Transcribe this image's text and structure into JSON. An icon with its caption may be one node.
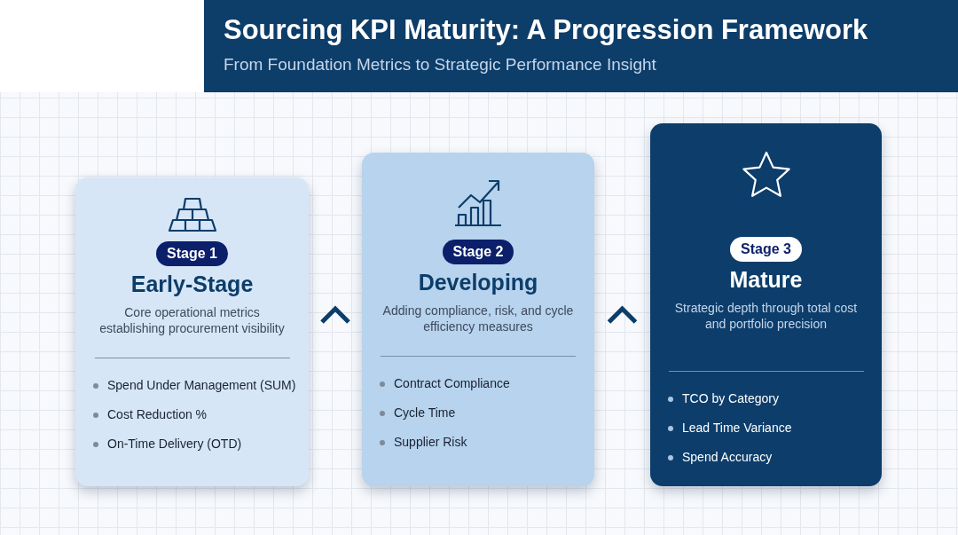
{
  "diagram": {
    "title": "Sourcing KPI Maturity: A Progression Framework",
    "nodes": [
      {
        "text": [
          "Stage 1",
          "Early-Stage",
          "Core operational metrics establishing procurement visibility",
          "Spend Under Management (SUM)",
          "Cost Reduction %",
          "On-Time Delivery (OTD)"
        ]
      },
      {
        "text": [
          "Stage 2",
          "Developing",
          "Adding compliance, risk, and cycle efficiency measures",
          "Contract Compliance",
          "Cycle Time",
          "Supplier Risk"
        ]
      },
      {
        "text": [
          "Stage 3",
          "Mature",
          "Strategic depth through total cost and portfolio precision",
          "TCO by Category",
          "Lead Time Variance",
          "Spend Accuracy"
        ]
      }
    ],
    "edges": [
      {
        "from": 0,
        "to": 1,
        "arrow": "none"
      },
      {
        "from": 1,
        "to": 2,
        "arrow": "none"
      }
    ],
    "labels": [
      "From Foundation Metrics to Strategic Performance Insight"
    ]
  }
}
